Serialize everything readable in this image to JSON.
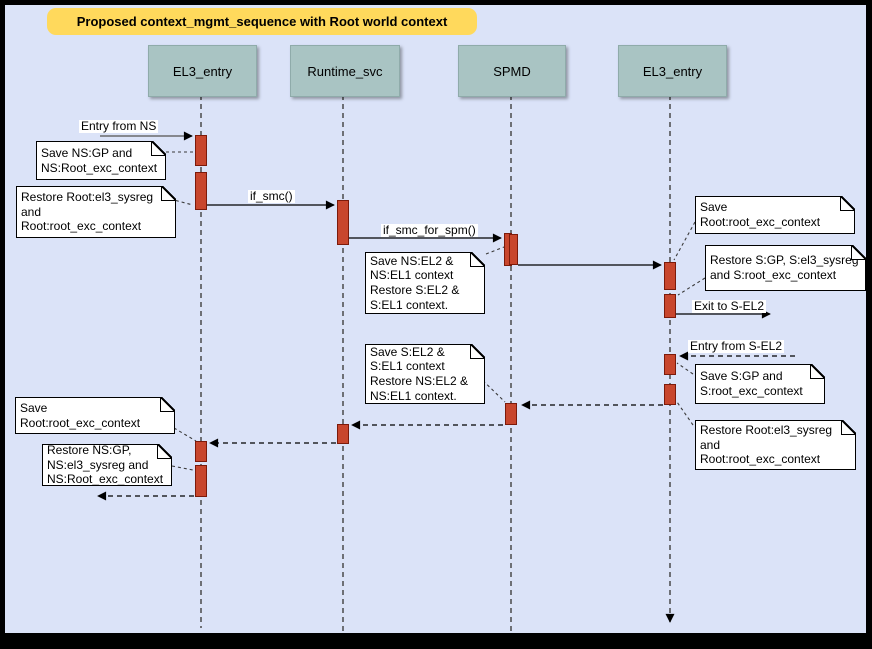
{
  "title": "Proposed context_mgmt_sequence with Root world context",
  "colors": {
    "canvas_bg": "#dbe3f8",
    "frame": "#000000",
    "title_bg": "#ffd95c",
    "lifeline_header_bg": "#a9c4c3",
    "activation_bar_fill": "#c8462d",
    "activation_bar_border": "#7c1a0a",
    "note_bg": "#ffffff"
  },
  "lifelines": [
    {
      "label": "EL3_entry"
    },
    {
      "label": "Runtime_svc"
    },
    {
      "label": "SPMD"
    },
    {
      "label": "EL3_entry"
    }
  ],
  "messages": [
    {
      "label": "Entry from NS",
      "from": "external",
      "to": "EL3_entry",
      "style": "solid"
    },
    {
      "label": "if_smc()",
      "from": "EL3_entry",
      "to": "Runtime_svc",
      "style": "solid"
    },
    {
      "label": "if_smc_for_spm()",
      "from": "Runtime_svc",
      "to": "SPMD",
      "style": "solid"
    },
    {
      "label": "",
      "from": "SPMD",
      "to": "EL3_entry_2",
      "style": "solid"
    },
    {
      "label": "Exit to S-EL2",
      "from": "EL3_entry_2",
      "to": "external",
      "style": "solid"
    },
    {
      "label": "Entry from S-EL2",
      "from": "external",
      "to": "EL3_entry_2",
      "style": "dashed"
    },
    {
      "label": "",
      "from": "EL3_entry_2",
      "to": "SPMD",
      "style": "dashed"
    },
    {
      "label": "",
      "from": "SPMD",
      "to": "Runtime_svc",
      "style": "dashed"
    },
    {
      "label": "",
      "from": "Runtime_svc",
      "to": "EL3_entry",
      "style": "dashed"
    },
    {
      "label": "",
      "from": "EL3_entry",
      "to": "external",
      "style": "dashed"
    }
  ],
  "notes": [
    {
      "text": "Save NS:GP and\nNS:Root_exc_context"
    },
    {
      "text": "Restore Root:el3_sysreg\nand\nRoot:root_exc_context"
    },
    {
      "text": "Save NS:EL2 &\nNS:EL1 context\nRestore S:EL2 &\nS:EL1 context."
    },
    {
      "text": "Save Root:root_exc_context"
    },
    {
      "text": "Restore S:GP, S:el3_sysreg\nand S:root_exc_context"
    },
    {
      "text": "Save S:GP and\nS:root_exc_context"
    },
    {
      "text": "Restore Root:el3_sysreg\nand\nRoot:root_exc_context"
    },
    {
      "text": "Save S:EL2 &\nS:EL1 context\nRestore NS:EL2 &\nNS:EL1 context."
    },
    {
      "text": "Save Root:root_exc_context"
    },
    {
      "text": "Restore NS:GP,\nNS:el3_sysreg and\nNS:Root_exc_context"
    }
  ]
}
